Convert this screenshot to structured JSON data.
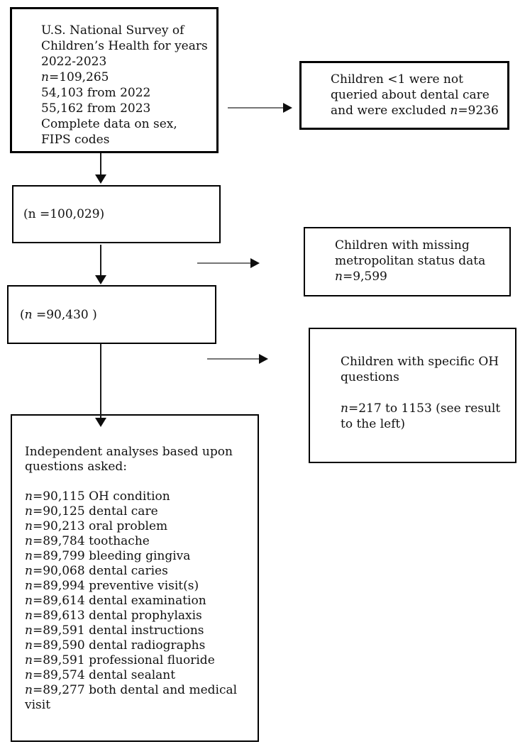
{
  "figure": {
    "type": "study-flow-diagram",
    "colors": {
      "background": "#ffffff",
      "box_border": "#000000",
      "text": "#111111",
      "horizontal_arrow_line": "#767676",
      "vertical_arrow_line": "#1a1a1a",
      "arrow_head": "#0d0d0d"
    },
    "boxes": {
      "survey": {
        "lines": [
          [
            {
              "t": "U.S. National Survey of"
            }
          ],
          [
            {
              "t": "Children’s Health for years"
            }
          ],
          [
            {
              "t": "2022-2023"
            }
          ],
          [
            {
              "t": "n",
              "i": true
            },
            {
              "t": "=109,265"
            }
          ],
          [
            {
              "t": "54,103 from 2022"
            }
          ],
          [
            {
              "t": "55,162 from 2023"
            }
          ],
          [
            {
              "t": "Complete data on sex,"
            }
          ],
          [
            {
              "t": "FIPS codes"
            }
          ]
        ]
      },
      "excluded_under_one": {
        "lines": [
          [
            {
              "t": "Children <1 were not"
            }
          ],
          [
            {
              "t": "queried about dental care"
            }
          ],
          [
            {
              "t": "and were excluded "
            },
            {
              "t": "n",
              "i": true
            },
            {
              "t": "=9236"
            }
          ]
        ]
      },
      "n_100029": {
        "lines": [
          [
            {
              "t": "(n =100,029)"
            }
          ]
        ]
      },
      "missing_metro": {
        "lines": [
          [
            {
              "t": "Children with missing"
            }
          ],
          [
            {
              "t": "metropolitan status data"
            }
          ],
          [
            {
              "t": "n",
              "i": true
            },
            {
              "t": "=9,599"
            }
          ]
        ]
      },
      "n_90430": {
        "lines": [
          [
            {
              "t": "("
            },
            {
              "t": "n",
              "i": true
            },
            {
              "t": " =90,430 )"
            }
          ]
        ]
      },
      "oh_questions": {
        "lines": [
          [
            {
              "t": "Children with specific OH"
            }
          ],
          [
            {
              "t": "questions"
            }
          ],
          [],
          [
            {
              "t": "n",
              "i": true
            },
            {
              "t": "=217 to 1153 (see result"
            }
          ],
          [
            {
              "t": "to the left)"
            }
          ]
        ]
      },
      "independent_analyses": {
        "lines": [
          [
            {
              "t": "Independent analyses based upon"
            }
          ],
          [
            {
              "t": "questions asked:"
            }
          ],
          [],
          [
            {
              "t": "n",
              "i": true
            },
            {
              "t": "=90,115 OH condition"
            }
          ],
          [
            {
              "t": "n",
              "i": true
            },
            {
              "t": "=90,125 dental care"
            }
          ],
          [
            {
              "t": "n",
              "i": true
            },
            {
              "t": "=90,213 oral problem"
            }
          ],
          [
            {
              "t": "n",
              "i": true
            },
            {
              "t": "=89,784 toothache"
            }
          ],
          [
            {
              "t": "n",
              "i": true
            },
            {
              "t": "=89,799 bleeding gingiva"
            }
          ],
          [
            {
              "t": "n",
              "i": true
            },
            {
              "t": "=90,068 dental caries"
            }
          ],
          [
            {
              "t": "n",
              "i": true
            },
            {
              "t": "=89,994 preventive visit(s)"
            }
          ],
          [
            {
              "t": "n",
              "i": true
            },
            {
              "t": "=89,614 dental examination"
            }
          ],
          [
            {
              "t": "n",
              "i": true
            },
            {
              "t": "=89,613 dental prophylaxis"
            }
          ],
          [
            {
              "t": "n",
              "i": true
            },
            {
              "t": "=89,591 dental instructions"
            }
          ],
          [
            {
              "t": "n",
              "i": true
            },
            {
              "t": "=89,590 dental radiographs"
            }
          ],
          [
            {
              "t": "n",
              "i": true
            },
            {
              "t": "=89,591 professional fluoride"
            }
          ],
          [
            {
              "t": "n",
              "i": true
            },
            {
              "t": "=89,574 dental sealant"
            }
          ],
          [
            {
              "t": "n",
              "i": true
            },
            {
              "t": "=89,277 both dental and medical"
            }
          ],
          [
            {
              "t": "visit"
            }
          ]
        ]
      }
    }
  }
}
